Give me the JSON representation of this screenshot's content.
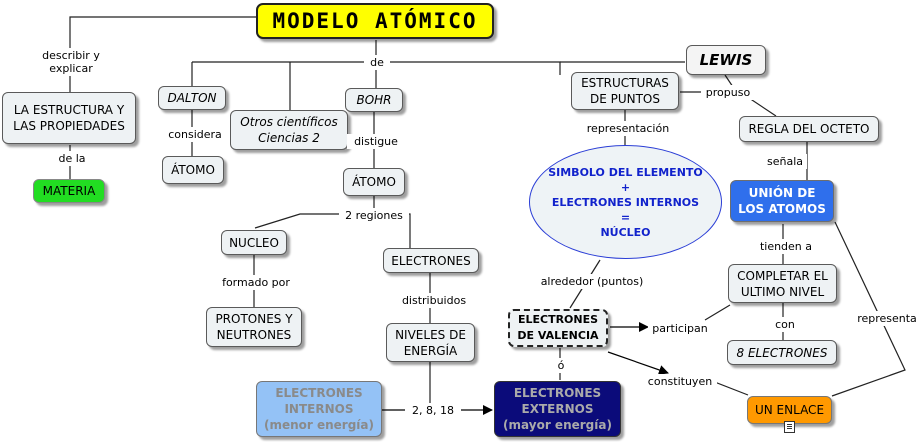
{
  "nodes": {
    "title": "MODELO ATÓMICO",
    "lewis": "LEWIS",
    "estructura_propiedades": "LA ESTRUCTURA Y\nLAS PROPIEDADES",
    "materia": "MATERIA",
    "dalton": "DALTON",
    "atomo_dalton": "ÁTOMO",
    "otros_cientificos": "Otros científicos\nCiencias 2",
    "bohr": "BOHR",
    "atomo_bohr": "ÁTOMO",
    "nucleo": "NUCLEO",
    "protones_neutrones": "PROTONES Y\nNEUTRONES",
    "electrones": "ELECTRONES",
    "niveles_energia": "NIVELES DE\nENERGÍA",
    "electrones_internos": "ELECTRONES\nINTERNOS\n(menor energía)",
    "electrones_externos": "ELECTRONES\nEXTERNOS\n(mayor energía)",
    "estructuras_puntos": "ESTRUCTURAS\nDE PUNTOS",
    "simbolo_elemento": "SIMBOLO DEL ELEMENTO\n+\nELECTRONES INTERNOS\n=\nNÚCLEO",
    "electrones_valencia": "ELECTRONES\nDE VALENCIA",
    "regla_octeto": "REGLA DEL OCTETO",
    "union_atomos": "UNIÓN DE\nLOS ATOMOS",
    "completar_nivel": "COMPLETAR EL\nULTIMO NIVEL",
    "ocho_electrones": "8 ELECTRONES",
    "un_enlace": "UN ENLACE"
  },
  "links": {
    "describir_explicar": "describir y\nexplicar",
    "de_la": "de la",
    "de": "de",
    "considera": "considera",
    "distigue": "distigue",
    "dos_regiones": "2 regiones",
    "formado_por": "formado por",
    "distribuidos": "distribuidos",
    "niveles_numeros": "2, 8, 18",
    "representacion": "representación",
    "propuso": "propuso",
    "alrededor": "alrededor (puntos)",
    "o": "ó",
    "participan": "participan",
    "constituyen": "constituyen",
    "senala": "señala",
    "tienden_a": "tienden a",
    "con": "con",
    "representa": "representa"
  },
  "colors": {
    "title_bg": "#ffff00",
    "materia_bg": "#22dd22",
    "union_bg": "#2f6fec",
    "internos_bg": "#94c2f6",
    "externos_bg": "#0b0b7a",
    "enlace_bg": "#ff9900",
    "ellipse_border": "#2b3ed6"
  },
  "icons": {
    "enlace_note": "note-icon"
  }
}
